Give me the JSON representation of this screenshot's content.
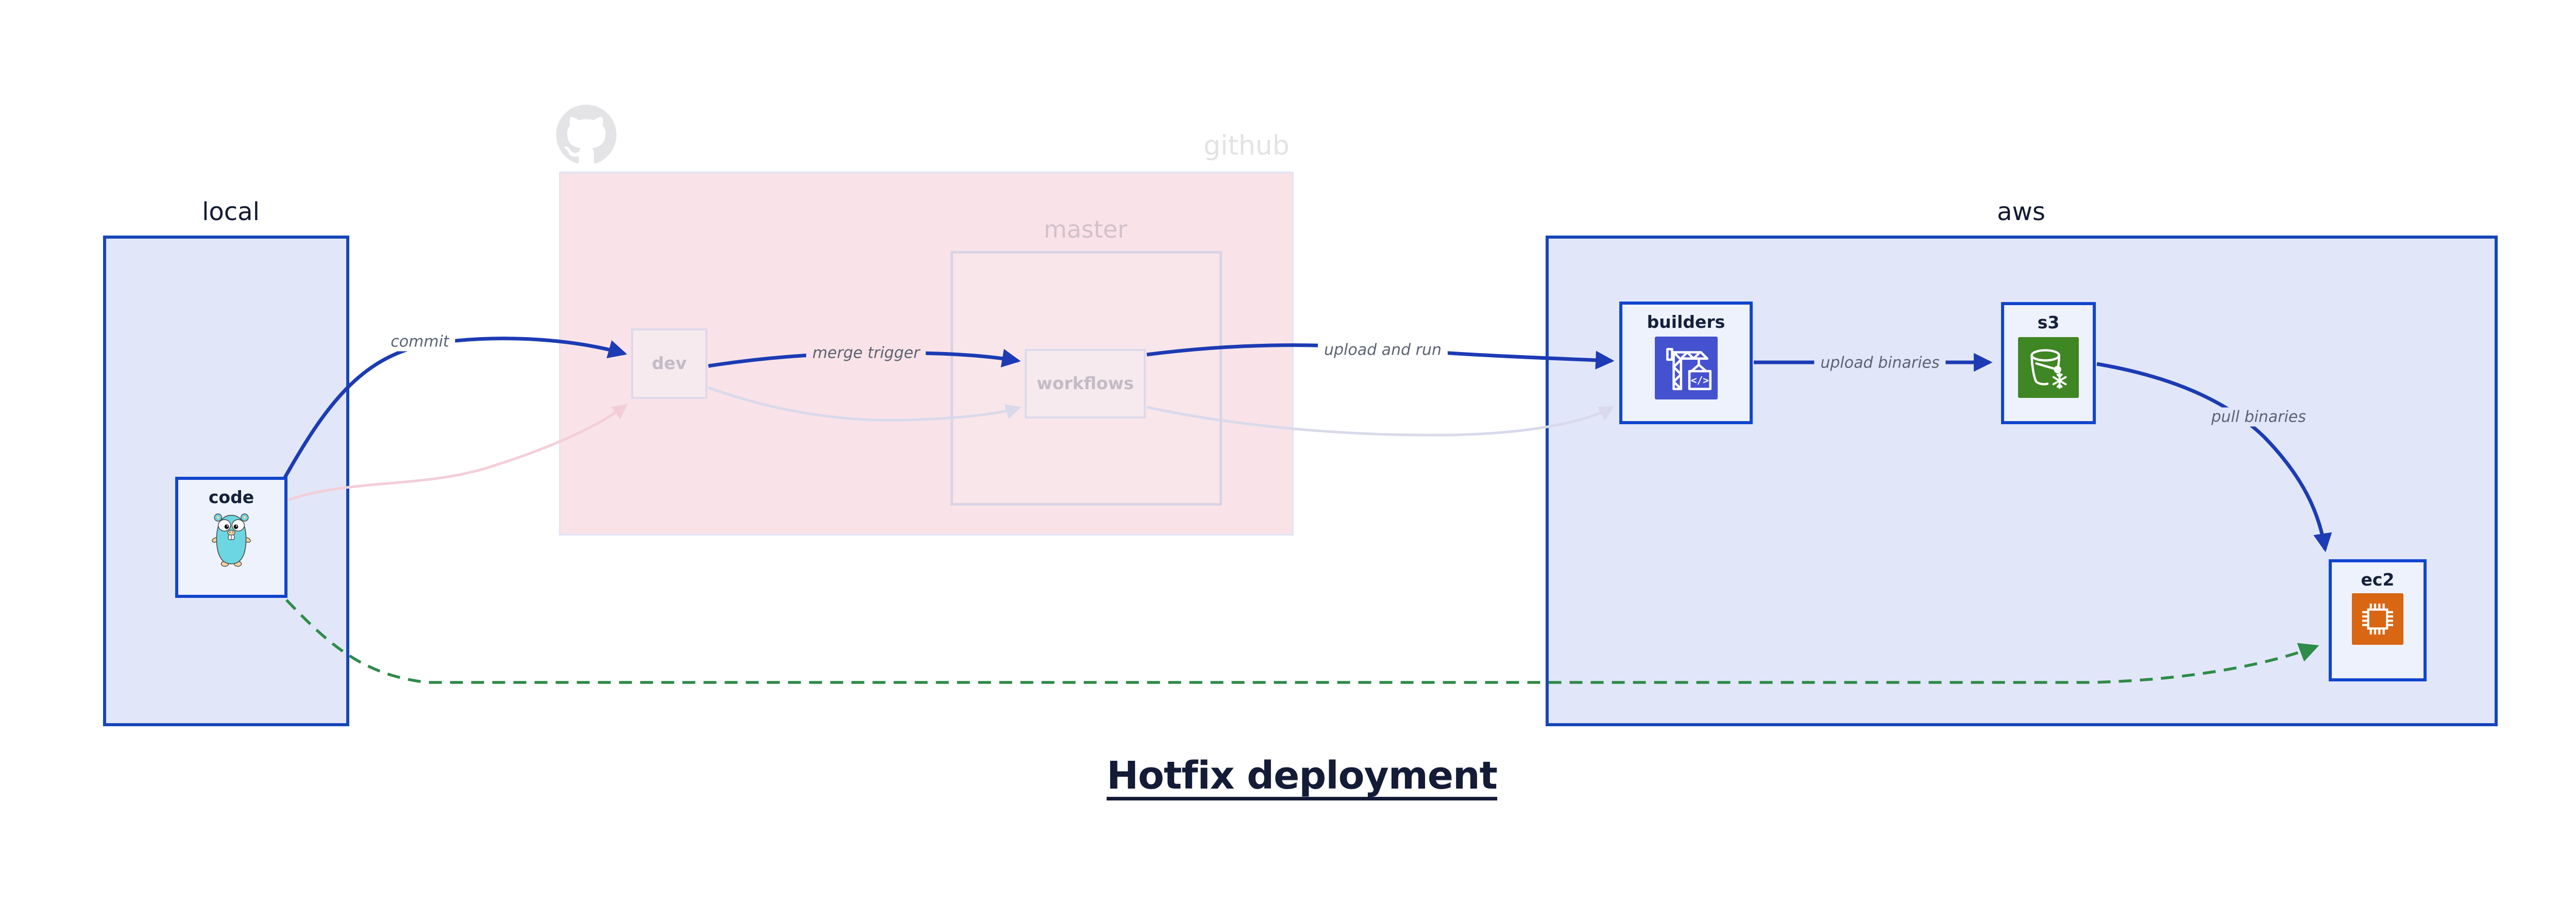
{
  "title": "Hotfix deployment",
  "regions": {
    "local": {
      "label": "local"
    },
    "github": {
      "label": "github",
      "master": {
        "label": "master"
      }
    },
    "aws": {
      "label": "aws"
    }
  },
  "nodes": {
    "code": {
      "label": "code",
      "icon": "go-gopher-icon"
    },
    "dev": {
      "label": "dev"
    },
    "workflows": {
      "label": "workflows"
    },
    "builders": {
      "label": "builders",
      "icon": "aws-codebuild-crane-icon"
    },
    "s3": {
      "label": "s3",
      "icon": "aws-s3-glacier-bucket-icon"
    },
    "ec2": {
      "label": "ec2",
      "icon": "aws-ec2-chip-icon"
    }
  },
  "edges": [
    {
      "id": "commit",
      "label": "commit",
      "from": "code",
      "to": "dev",
      "style": "solid-blue"
    },
    {
      "id": "merge-trigger",
      "label": "merge trigger",
      "from": "dev",
      "to": "workflows",
      "style": "solid-blue"
    },
    {
      "id": "upload-and-run",
      "label": "upload and run",
      "from": "workflows",
      "to": "builders",
      "style": "solid-blue"
    },
    {
      "id": "upload-binaries",
      "label": "upload binaries",
      "from": "builders",
      "to": "s3",
      "style": "solid-blue"
    },
    {
      "id": "pull-binaries",
      "label": "pull binaries",
      "from": "s3",
      "to": "ec2",
      "style": "solid-blue"
    },
    {
      "id": "hotfix-path",
      "label": "",
      "from": "code",
      "to": "ec2",
      "style": "dashed-green"
    },
    {
      "id": "faded-commit",
      "label": "",
      "from": "code",
      "to": "dev",
      "style": "faded-pink"
    },
    {
      "id": "faded-merge",
      "label": "",
      "from": "dev",
      "to": "workflows",
      "style": "faded-lavender"
    },
    {
      "id": "faded-upload",
      "label": "",
      "from": "workflows",
      "to": "builders",
      "style": "faded-lavender"
    }
  ],
  "colors": {
    "region_fill": "#e1e7f9",
    "region_border": "#1846b8",
    "github_fill": "#f9e3e8",
    "master_border": "#d9d3e5",
    "node_fill": "#eef2fc",
    "node_border": "#1145cd",
    "arrow_blue": "#1c3bb4",
    "arrow_green": "#2e8b48",
    "arrow_faded_pink": "#f3ced8",
    "arrow_faded_lavender": "#d9d9ec",
    "codebuild_purple": "#4552cf",
    "s3_green": "#3f8624",
    "ec2_orange": "#d86613",
    "gopher_teal": "#6cd7e2",
    "text_navy": "#131b36",
    "edge_label_gray": "#5c6372"
  }
}
